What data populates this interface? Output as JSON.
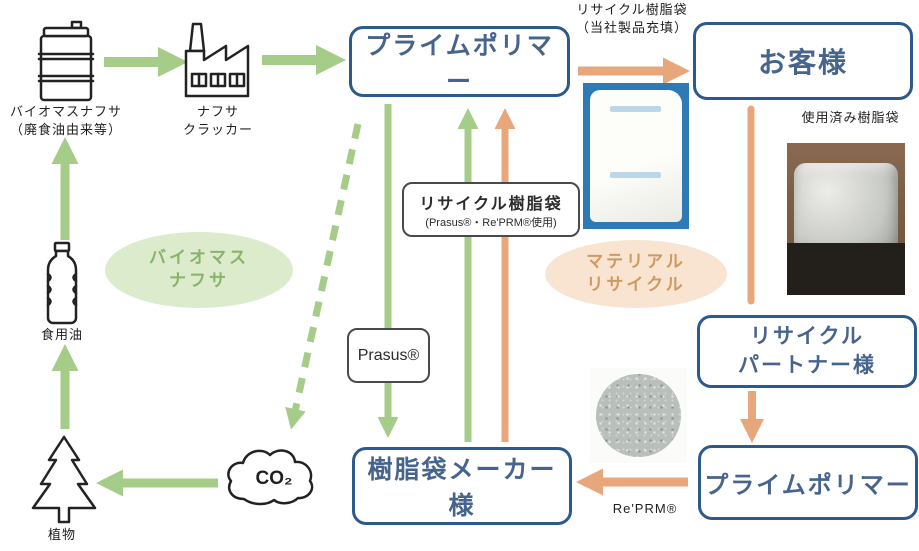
{
  "diagram": {
    "boxes": {
      "prime_polymer_top": "プライムポリマー",
      "customer": "お客様",
      "recycle_partner_line1": "リサイクル",
      "recycle_partner_line2": "パートナー様",
      "prime_polymer_bottom": "プライムポリマー",
      "bag_maker": "樹脂袋メーカー様"
    },
    "stages": {
      "biomass_naphtha_line1": "バイオマスナフサ",
      "biomass_naphtha_line2": "（廃食油由来等）",
      "naphtha_cracker_line1": "ナフサ",
      "naphtha_cracker_line2": "クラッカー",
      "cooking_oil": "食用油",
      "plants": "植物",
      "co2": "CO₂"
    },
    "flow_labels": {
      "recycled_bag_filled_line1": "リサイクル樹脂袋",
      "recycled_bag_filled_line2": "（当社製品充填）",
      "used_bags": "使用済み樹脂袋",
      "recycled_bag_using_line1": "リサイクル樹脂袋",
      "recycled_bag_using_line2": "(Prasus®・Re'PRM®使用)",
      "prasus_brand": "Prasus®",
      "reprm_brand": "Re'PRM®"
    },
    "cycles": {
      "biomass_line1": "バイオマス",
      "biomass_line2": "ナフサ",
      "material_line1": "マテリアル",
      "material_line2": "リサイクル"
    },
    "colors": {
      "green_arrow": "#a5cc88",
      "orange_arrow": "#e8a77b",
      "box_border": "#2d5a8c",
      "box_text": "#46648c",
      "biomass_ellipse_fill": "#ddebcd",
      "biomass_ellipse_text": "#8ab36a",
      "material_ellipse_fill": "#f9e4d1",
      "material_ellipse_text": "#cc9a63"
    }
  }
}
